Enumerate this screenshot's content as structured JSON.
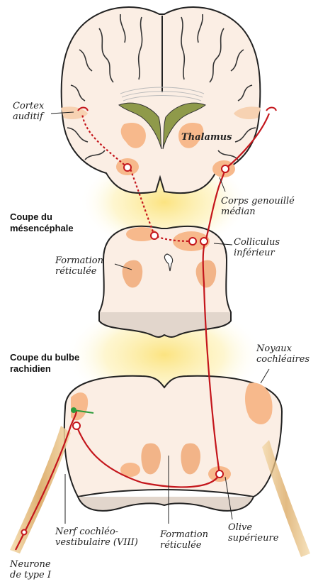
{
  "labels": {
    "cortex_line1": "Cortex",
    "cortex_line2": "auditif",
    "thalamus": "Thalamus",
    "corps_line1": "Corps genouillé",
    "corps_line2": "médian",
    "coupe_mes_line1": "Coupe du",
    "coupe_mes_line2": "mésencéphale",
    "colliculus_line1": "Colliculus",
    "colliculus_line2": "inférieur",
    "formation_top_line1": "Formation",
    "formation_top_line2": "réticulée",
    "noyaux_line1": "Noyaux",
    "noyaux_line2": "cochléaires",
    "coupe_bulbe_line1": "Coupe du bulbe",
    "coupe_bulbe_line2": "rachidien",
    "nerf_line1": "Nerf cochléo-",
    "nerf_line2": "vestibulaire (VIII)",
    "formation_bottom_line1": "Formation",
    "formation_bottom_line2": "réticulée",
    "olive_line1": "Olive",
    "olive_line2": "supérieure",
    "neurone_line1": "Neurone",
    "neurone_line2": "de type I"
  },
  "colors": {
    "tissue": "#fbeee4",
    "nucleus": "#f7b98c",
    "pathway": "#c4161c",
    "glow": "#fbe27a",
    "ventricle": "#8f9a4a",
    "nerve": "#e0b070"
  }
}
